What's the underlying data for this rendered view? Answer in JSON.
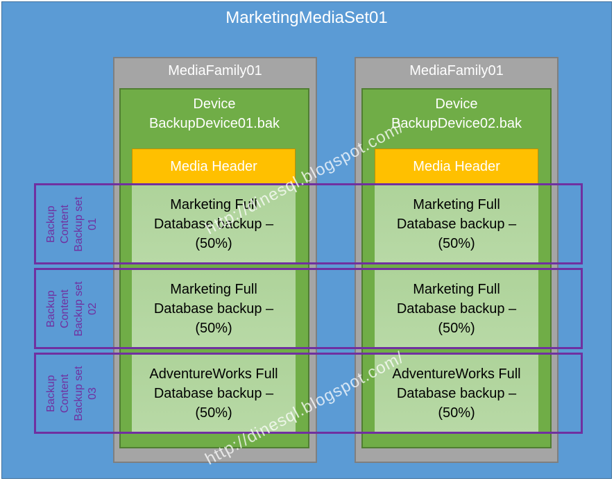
{
  "media_set": {
    "title": "MarketingMediaSet01"
  },
  "families": [
    {
      "title": "MediaFamily01",
      "device_line1": "Device",
      "device_line2": "BackupDevice01.bak",
      "header": "Media Header",
      "contents": [
        {
          "line1": "Marketing Full",
          "line2": "Database backup –",
          "line3": "(50%)"
        },
        {
          "line1": "Marketing Full",
          "line2": "Database backup –",
          "line3": "(50%)"
        },
        {
          "line1": "AdventureWorks Full",
          "line2": "Database backup –",
          "line3": "(50%)"
        }
      ]
    },
    {
      "title": "MediaFamily01",
      "device_line1": "Device",
      "device_line2": "BackupDevice02.bak",
      "header": "Media Header",
      "contents": [
        {
          "line1": "Marketing Full",
          "line2": "Database backup –",
          "line3": "(50%)"
        },
        {
          "line1": "Marketing Full",
          "line2": "Database backup –",
          "line3": "(50%)"
        },
        {
          "line1": "AdventureWorks Full",
          "line2": "Database backup –",
          "line3": "(50%)"
        }
      ]
    }
  ],
  "backup_sets": [
    {
      "line1": "Backup",
      "line2": "Content",
      "line3": "Backup set",
      "line4": "01"
    },
    {
      "line1": "Backup",
      "line2": "Content",
      "line3": "Backup set",
      "line4": "02"
    },
    {
      "line1": "Backup",
      "line2": "Content",
      "line3": "Backup set",
      "line4": "03"
    }
  ],
  "watermark": "http://dinesql.blogspot.com/"
}
